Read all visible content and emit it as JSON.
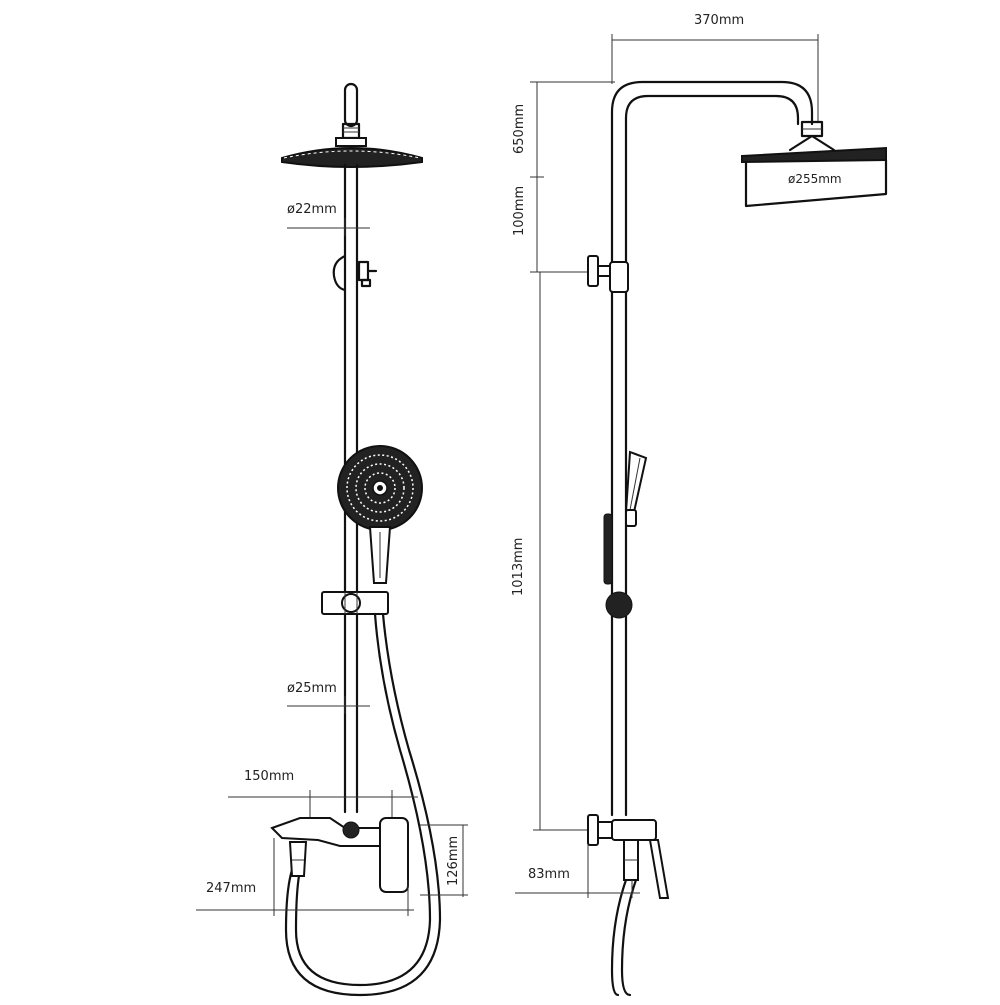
{
  "dimensions": {
    "arm_width": "370mm",
    "head_diameter": "ø255mm",
    "height_range_top": "650mm",
    "height_range_bottom": "100mm",
    "rail_height": "1013mm",
    "wall_offset": "83mm",
    "pipe_upper": "ø22mm",
    "pipe_lower": "ø25mm",
    "inlet_spacing": "150mm",
    "mixer_depth": "247mm",
    "mixer_height": "126mm"
  },
  "colors": {
    "line": "#111111",
    "dimension": "#333333",
    "background": "#ffffff"
  }
}
